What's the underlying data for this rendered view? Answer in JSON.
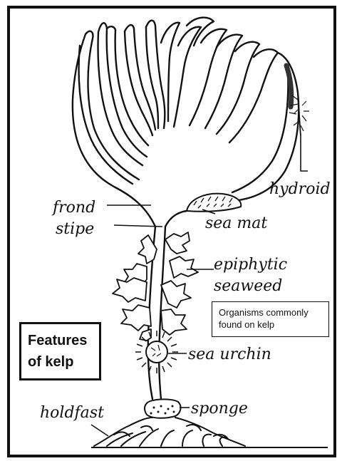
{
  "labels": {
    "frond": "frond",
    "stipe": "stipe",
    "hydroid": "hydroid",
    "sea_mat": "sea mat",
    "epiphytic_1": "epiphytic",
    "epiphytic_2": "seaweed",
    "sea_urchin": "sea urchin",
    "sponge": "sponge",
    "holdfast": "holdfast"
  },
  "title_box": {
    "line1": "Features",
    "line2": "of kelp"
  },
  "note_box": {
    "line1": "Organisms commonly",
    "line2": "found on kelp"
  }
}
